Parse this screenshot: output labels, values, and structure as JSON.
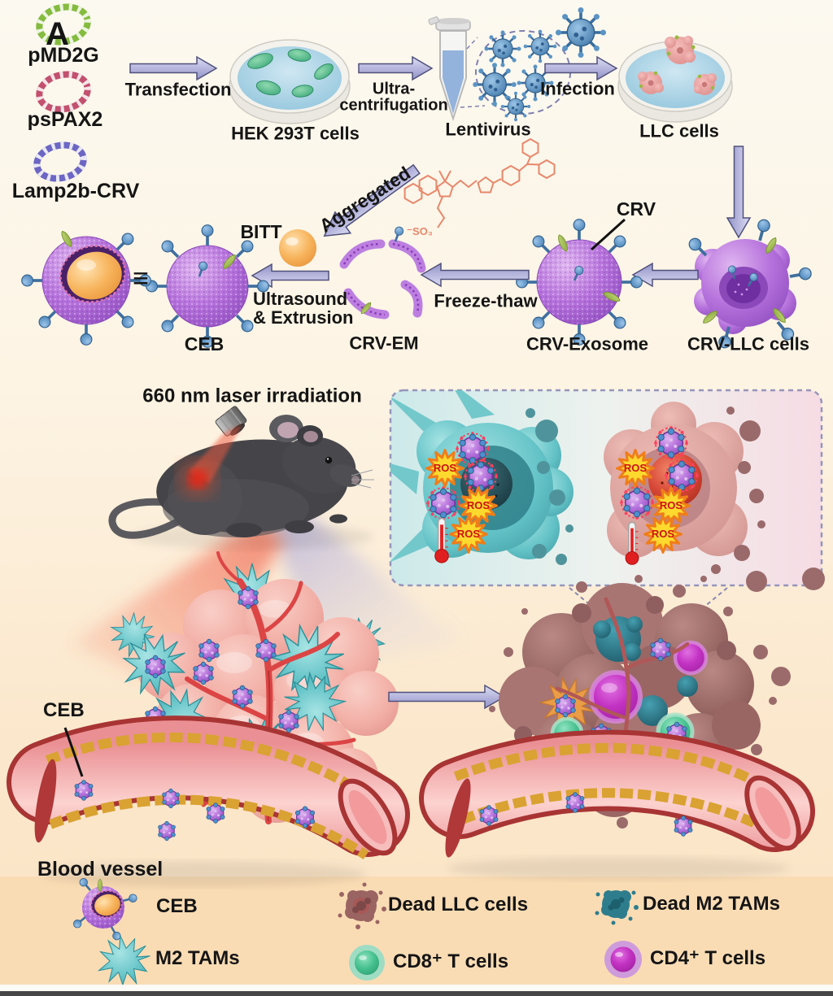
{
  "figure": {
    "panel_label": "A"
  },
  "plasmids": [
    {
      "label": "pMD2G",
      "color": "#85bb3f"
    },
    {
      "label": "psPAX2",
      "color": "#c2506e"
    },
    {
      "label": "Lamp2b-CRV",
      "color": "#6c66c4"
    }
  ],
  "production_flow": {
    "transfection": "Transfection",
    "hek_cells": "HEK 293T cells",
    "ultra_line1": "Ultra-",
    "ultra_line2": "centrifugation",
    "lentivirus": "Lentivirus",
    "infection": "Infection",
    "llc_cells": "LLC cells"
  },
  "assembly_flow": {
    "crv_llc_cells": "CRV-LLC cells",
    "freeze_thaw": "Freeze-thaw",
    "crv_exosome": "CRV-Exosome",
    "crv": "CRV",
    "crv_em": "CRV-EM",
    "ultrasound_line1": "Ultrasound",
    "ultrasound_line2": "& Extrusion",
    "bitt": "BITT",
    "aggregated": "Aggregated",
    "so3": "⁻SO₃",
    "equivalence": "≡",
    "ceb": "CEB"
  },
  "therapy": {
    "laser": "660 nm laser irradiation",
    "ros": "ROS",
    "ceb_callout": "CEB",
    "blood_vessel": "Blood vessel"
  },
  "legend": {
    "items": [
      {
        "label": "CEB"
      },
      {
        "label": "Dead LLC cells"
      },
      {
        "label": "Dead M2 TAMs"
      },
      {
        "label": "M2 TAMs"
      },
      {
        "label": "CD8⁺ T cells"
      },
      {
        "label": "CD4⁺ T cells"
      }
    ]
  },
  "colors": {
    "arrow_lavender": "#9a9ad0",
    "exosome_purple": "#b672dc",
    "bitt_orange": "#f0a449",
    "ros_yellow": "#ffd92e",
    "tam_teal": "#62c2c6",
    "tumor_pink": "#f2afa6",
    "dead_tumor_maroon": "#9a6664",
    "vessel_red": "#a83434",
    "cd8_green": "#45c08e",
    "cd4_magenta": "#c332c3",
    "chem_salmon": "#e8876a"
  }
}
